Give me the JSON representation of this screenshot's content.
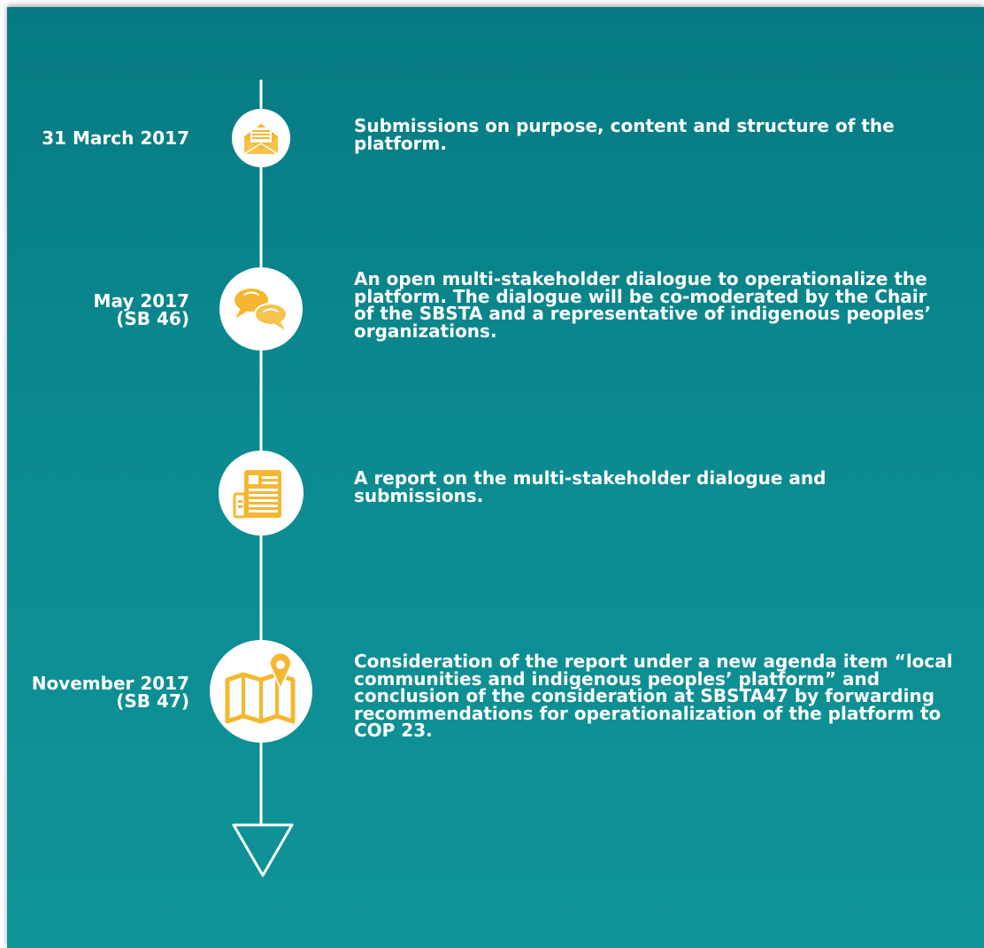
{
  "colors": {
    "background_top": "#067a82",
    "background_bottom": "#0f9498",
    "line": "#ffffff",
    "circle": "#ffffff",
    "icon_accent": "#f5b731",
    "text": "#ffffff"
  },
  "events": [
    {
      "date": "31 March 2017",
      "icon": "envelope-icon",
      "description": "Submissions on purpose, content and structure of the platform."
    },
    {
      "date": "May 2017\n(SB 46)",
      "icon": "speech-bubbles-icon",
      "description": "An open multi-stakeholder dialogue to operationalize the platform. The dialogue will be co-moderated by the Chair of the SBSTA and a representative of indigenous peoples’ organizations."
    },
    {
      "date": "",
      "icon": "report-document-icon",
      "description": "A report on the multi-stakeholder dialogue and submissions."
    },
    {
      "date": "November 2017\n(SB 47)",
      "icon": "map-pin-icon",
      "description": "Consideration of the report under a new agenda item “local communities and indigenous peoples’ platform” and conclusion of the consideration at SBSTA47 by forwarding recommendations for operationalization of the platform to COP 23."
    }
  ],
  "end_marker_icon": "down-triangle-icon"
}
